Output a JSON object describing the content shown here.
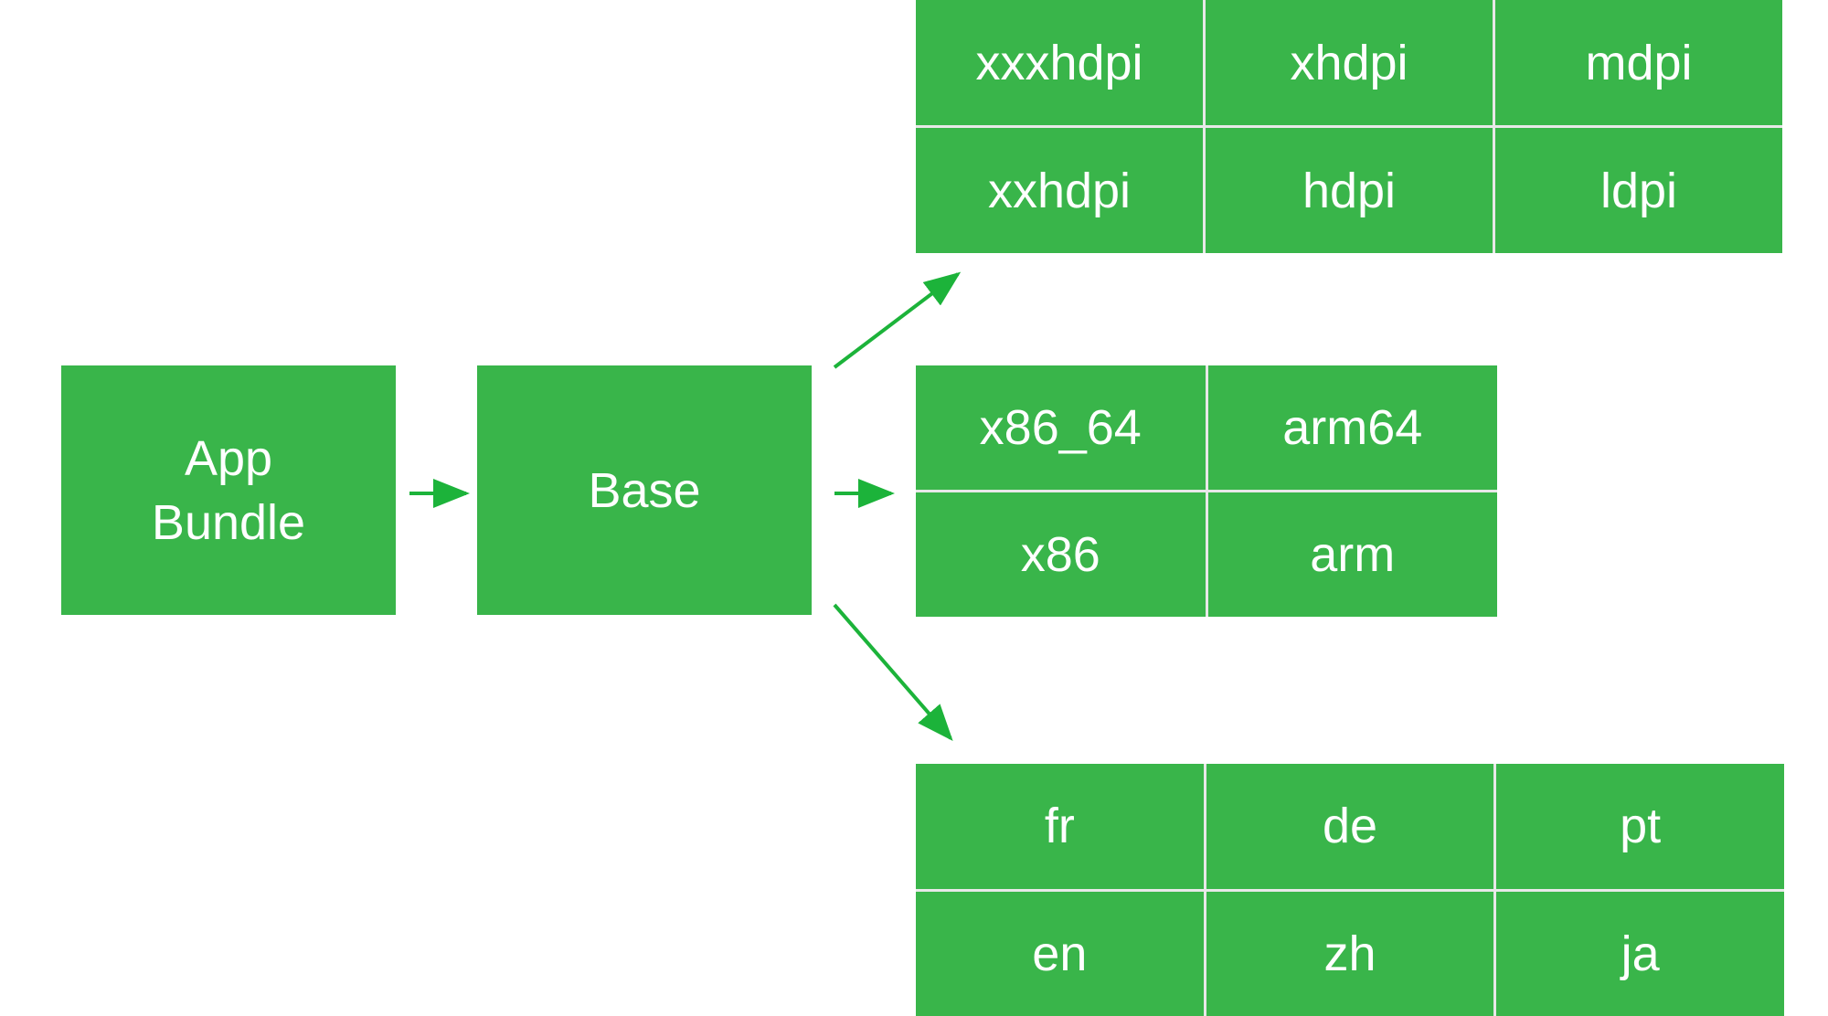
{
  "colors": {
    "box_fill": "#39b54a",
    "text": "#ffffff",
    "arrow": "#1cb33a",
    "divider": "#e8e8e8"
  },
  "app_bundle": {
    "line1": "App",
    "line2": "Bundle"
  },
  "base": {
    "label": "Base"
  },
  "density_grid": {
    "row1": [
      "xxxhdpi",
      "xhdpi",
      "mdpi"
    ],
    "row2": [
      "xxhdpi",
      "hdpi",
      "ldpi"
    ]
  },
  "abi_grid": {
    "row1": [
      "x86_64",
      "arm64"
    ],
    "row2": [
      "x86",
      "arm"
    ]
  },
  "language_grid": {
    "row1": [
      "fr",
      "de",
      "pt"
    ],
    "row2": [
      "en",
      "zh",
      "ja"
    ]
  }
}
